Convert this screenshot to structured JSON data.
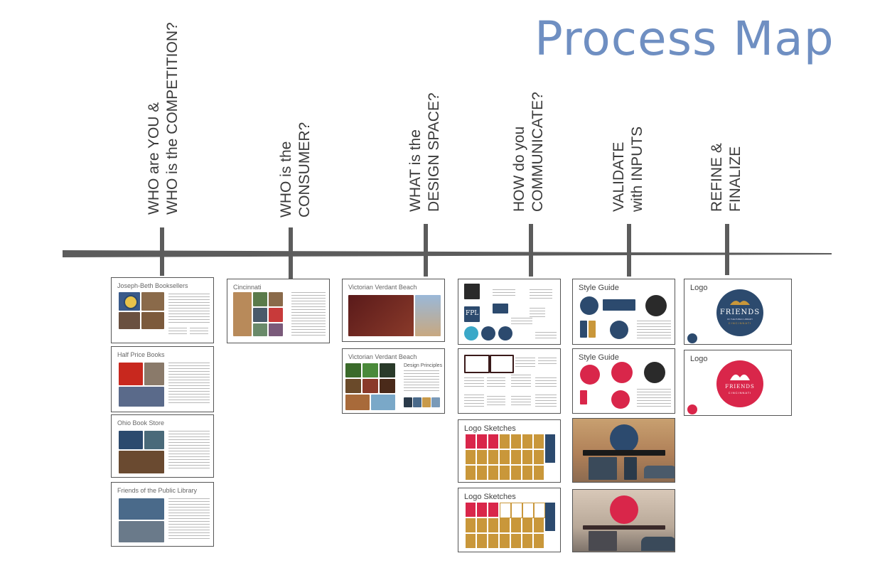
{
  "title": "Process Map",
  "stages": [
    {
      "line1": "WHO are YOU &",
      "line2": "WHO is the COMPETITION?"
    },
    {
      "line1": "WHO is the",
      "line2": "CONSUMER?"
    },
    {
      "line1": "WHAT is the",
      "line2": "DESIGN SPACE?"
    },
    {
      "line1": "HOW do you",
      "line2": "COMMUNICATE?"
    },
    {
      "line1": "VALIDATE",
      "line2": "with INPUTS"
    },
    {
      "line1": "REFINE &",
      "line2": "FINALIZE"
    }
  ],
  "cards": {
    "c1a": "Joseph-Beth Booksellers",
    "c1b": "Half Price Books",
    "c1c": "Ohio Book Store",
    "c1d": "Friends of the Public Library",
    "c2a": "Cincinnati",
    "c3a": "Victorian Verdant Beach",
    "c3b": "Victorian Verdant Beach",
    "c3b_sub": "Design Principles",
    "c4c": "Logo Sketches",
    "c4d": "Logo Sketches",
    "c5a": "Style Guide",
    "c5b": "Style Guide",
    "c6a": "Logo",
    "c6b": "Logo",
    "logo_text": "FRIENDS",
    "logo_sub": "OF THE PUBLIC LIBRARY",
    "logo_city": "CINCINNATI",
    "fpl": "FPL"
  },
  "colors": {
    "title": "#6f8fc2",
    "axis": "#5c5c5c",
    "navy": "#2c4a6e",
    "gold": "#c9973a",
    "red": "#d9264a"
  }
}
